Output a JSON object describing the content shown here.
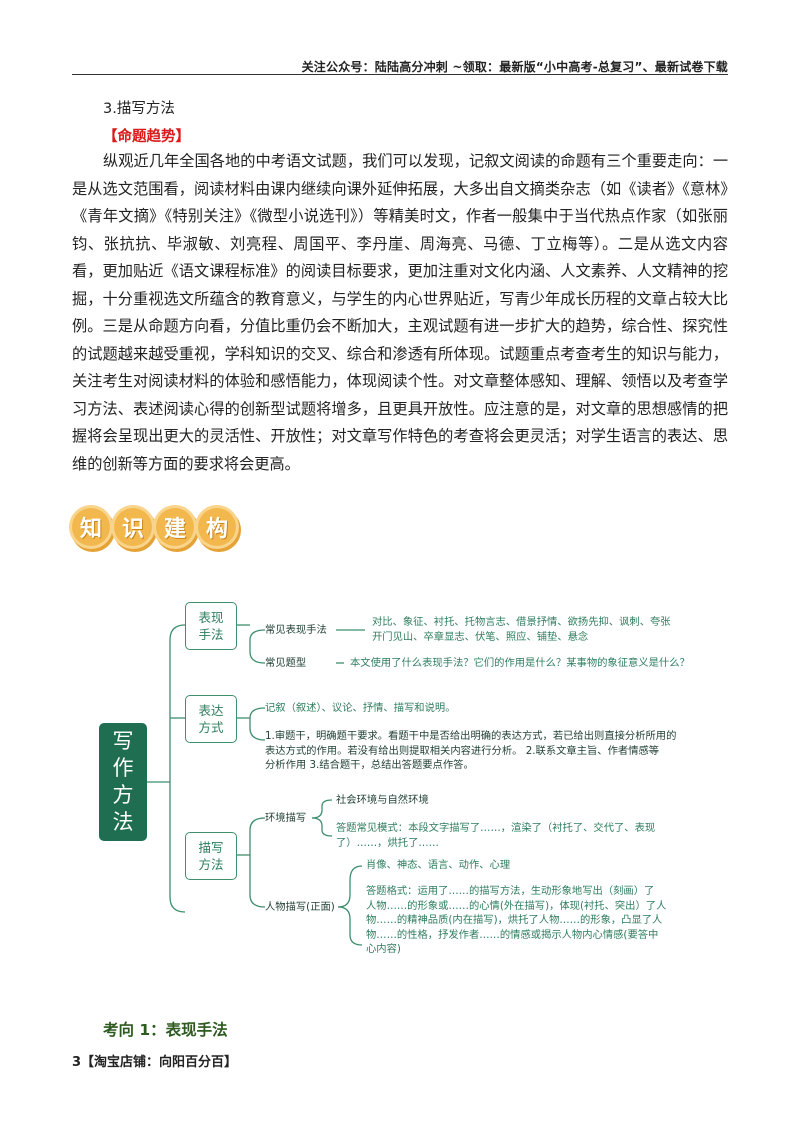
{
  "header": {
    "text": "关注公众号：陆陆高分冲刺 ~领取：最新版“小中高考-总复习”、最新试卷下载"
  },
  "section_title": "3.描写方法",
  "trend_label": "【命题趋势】",
  "body_paragraph": "纵观近几年全国各地的中考语文试题，我们可以发现，记叙文阅读的命题有三个重要走向：一是从选文范围看，阅读材料由课内继续向课外延伸拓展，大多出自文摘类杂志（如《读者》《意林》《青年文摘》《特别关注》《微型小说选刊》）等精美时文，作者一般集中于当代热点作家（如张丽钧、张抗抗、毕淑敏、刘亮程、周国平、李丹崖、周海亮、马德、丁立梅等）。二是从选文内容看，更加贴近《语文课程标准》的阅读目标要求，更加注重对文化内涵、人文素养、人文精神的挖掘，十分重视选文所蕴含的教育意义，与学生的内心世界贴近，写青少年成长历程的文章占较大比例。三是从命题方向看，分值比重仍会不断加大，主观试题有进一步扩大的趋势，综合性、探究性的试题越来越受重视，学科知识的交叉、综合和渗透有所体现。试题重点考查考生的知识与能力，关注考生对阅读材料的体验和感悟能力，体现阅读个性。对文章整体感知、理解、领悟以及考查学习方法、表述阅读心得的创新型试题将增多，且更具开放性。应注意的是，对文章的思想感情的把握将会呈现出更大的灵活性、开放性；对文章写作特色的考查将会更灵活；对学生语言的表达、思维的创新等方面的要求将会更高。",
  "banner": {
    "chars": [
      "知",
      "识",
      "建",
      "构"
    ]
  },
  "mindmap": {
    "root": [
      "写",
      "作",
      "方",
      "法"
    ],
    "cat1": {
      "label": "表现\n手法",
      "sub1": "常见表现手法",
      "sub1_detail": "对比、象征、衬托、托物言志、借景抒情、欲扬先抑、讽刺、夸张\n开门见山、卒章显志、伏笔、照应、铺垫、悬念",
      "sub2": "常见题型",
      "sub2_detail": "本文使用了什么表现手法？它们的作用是什么？某事物的象征意义是什么？"
    },
    "cat2": {
      "label": "表达\n方式",
      "detail1": "记叙（叙述）、议论、抒情、描写和说明。",
      "detail2": "1.审题干，明确题干要求。看题干中是否给出明确的表达方式，若已给出则直接分析所用的\n表达方式的作用。若没有给出则提取相关内容进行分析。      2.联系文章主旨、作者情感等\n分析作用    3.结合题干，总结出答题要点作答。"
    },
    "cat3": {
      "label": "描写\n方法",
      "env": "环境描写",
      "env_detail1": "社会环境与自然环境",
      "env_detail2": "答题常见模式：本段文字描写了……，渲染了（衬托了、交代了、表现\n了）……，烘托了……",
      "person": "人物描写(正面)",
      "person_detail1": "肖像、神态、语言、动作、心理",
      "person_detail2": "答题格式：运用了……的描写方法，生动形象地写出（刻画）了\n人物……的形象或……的心情(外在描写)，体现(衬托、突出）了人\n物……的精神品质(内在描写)，烘托了人物……的形象，凸显了人\n物……的性格，抒发作者……的情感或揭示人物内心情感(要答中\n心内容)"
    }
  },
  "kaoxiang": "考向 1：表现手法",
  "footer": "3【淘宝店铺：向阳百分百】"
}
